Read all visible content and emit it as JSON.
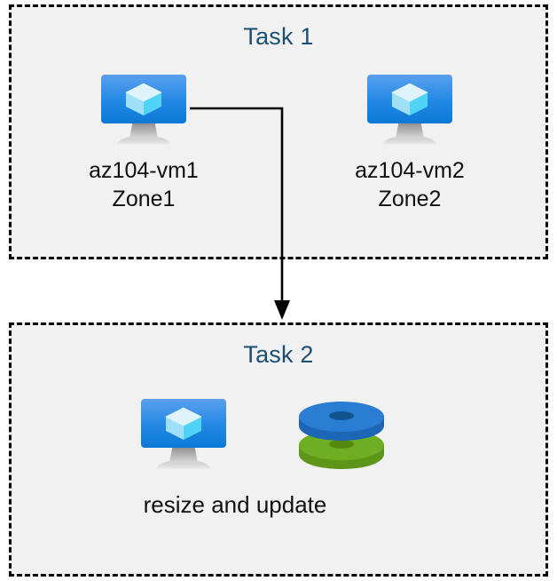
{
  "diagram": {
    "title": "Azure VM tasks diagram",
    "background_color": "#ffffff"
  },
  "groups": [
    {
      "id": "task1",
      "title": "Task 1",
      "title_color": "#1b4f72",
      "fill_color": "#f1f1f1",
      "border_style": "dashed",
      "border_color": "#000000"
    },
    {
      "id": "task2",
      "title": "Task 2",
      "title_color": "#1b4f72",
      "fill_color": "#f1f1f1",
      "border_style": "dashed",
      "border_color": "#000000"
    }
  ],
  "task1": {
    "title": "Task 1",
    "vms": [
      {
        "icon": "azure-virtual-machine-icon",
        "name": "az104-vm1",
        "zone": "Zone1",
        "label": "az104-vm1\nZone1"
      },
      {
        "icon": "azure-virtual-machine-icon",
        "name": "az104-vm2",
        "zone": "Zone2",
        "label": "az104-vm2\nZone2"
      }
    ]
  },
  "task2": {
    "title": "Task 2",
    "caption": "resize and update",
    "resources": [
      {
        "icon": "azure-virtual-machine-icon",
        "name": "virtual machine"
      },
      {
        "icon": "azure-disks-icon",
        "name": "disks"
      }
    ]
  },
  "connector": {
    "from": "az104-vm1",
    "to": "task2",
    "style": "elbow-arrow",
    "color": "#000000",
    "arrowhead": "filled-triangle"
  },
  "colors": {
    "accent_blue": "#0f7be0",
    "icon_screen_top": "#4f9aec",
    "icon_screen_bottom": "#0e7ad8",
    "icon_cube_light": "#c7ecfb",
    "icon_cube_cyan": "#4fd3f7",
    "icon_stand_gray": "#9d9d9d",
    "disk_blue": "#2b7cd3",
    "disk_blue_dark": "#185a9d",
    "disk_green": "#6fae23",
    "disk_green_dark": "#538615",
    "title_blue": "#1b4f72",
    "text_black": "#111111",
    "box_fill": "#f1f1f1"
  }
}
